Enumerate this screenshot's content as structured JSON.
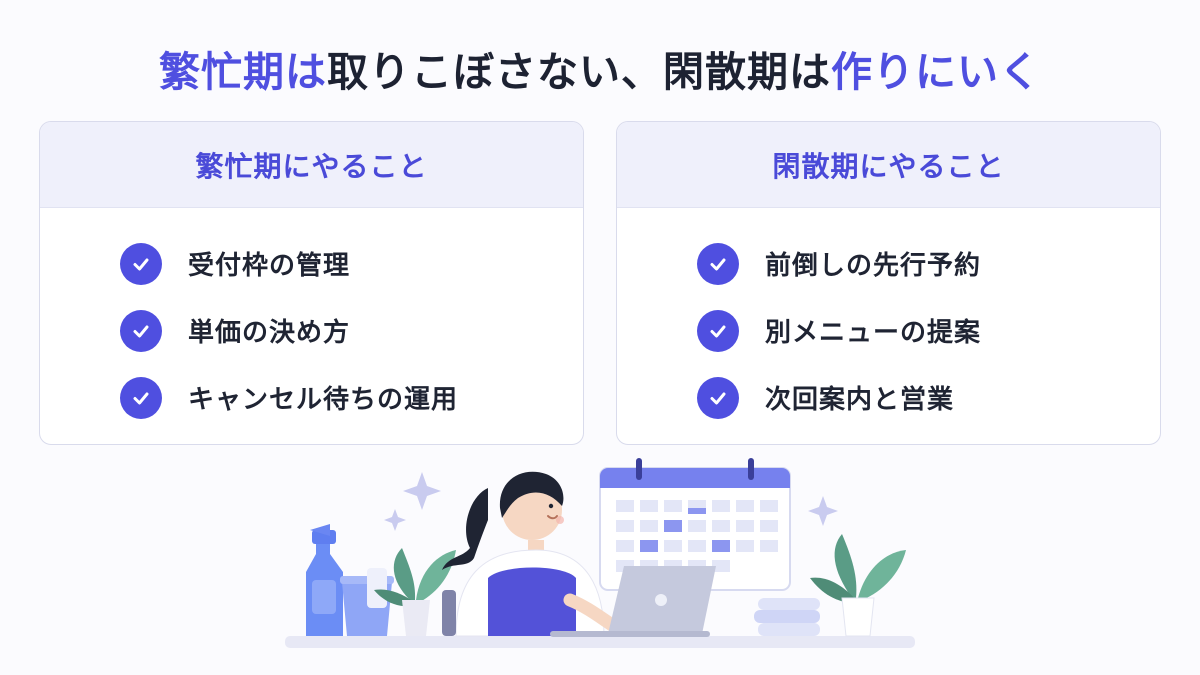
{
  "title": {
    "part1": "繁忙期は",
    "part2": "取りこぼさない、閑散期は",
    "part3": "作りにいく"
  },
  "busy": {
    "heading": "繁忙期にやること",
    "items": [
      "受付枠の管理",
      "単価の決め方",
      "キャンセル待ちの運用"
    ]
  },
  "slow": {
    "heading": "閑散期にやること",
    "items": [
      "前倒しの先行予約",
      "別メニューの提案",
      "次回案内と営業"
    ]
  },
  "colors": {
    "accent": "#4f4fe0",
    "card_header_bg": "#eff0fb",
    "text_dark": "#1d2232"
  },
  "icons": [
    "check-icon",
    "spray-bottle-icon",
    "plant-icon",
    "calendar-icon",
    "laptop-icon",
    "sparkle-icon",
    "towels-icon"
  ]
}
